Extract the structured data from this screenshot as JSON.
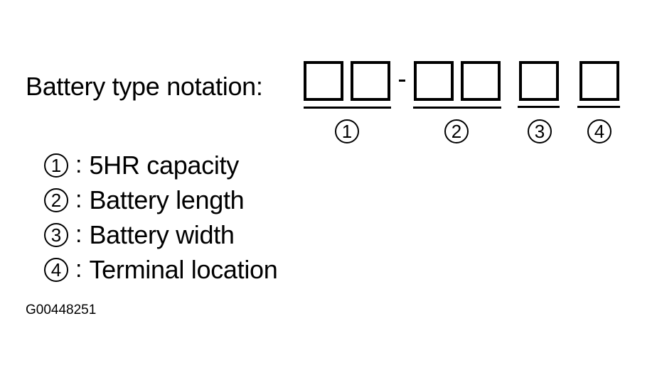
{
  "title": "Battery type notation:",
  "separator": "-",
  "group_numbers": [
    "1",
    "2",
    "3",
    "4"
  ],
  "legend": [
    {
      "number": "1",
      "separator": ":",
      "label": "5HR capacity"
    },
    {
      "number": "2",
      "separator": ":",
      "label": "Battery length"
    },
    {
      "number": "3",
      "separator": ":",
      "label": "Battery width"
    },
    {
      "number": "4",
      "separator": ":",
      "label": "Terminal location"
    }
  ],
  "figure_code": "G00448251"
}
